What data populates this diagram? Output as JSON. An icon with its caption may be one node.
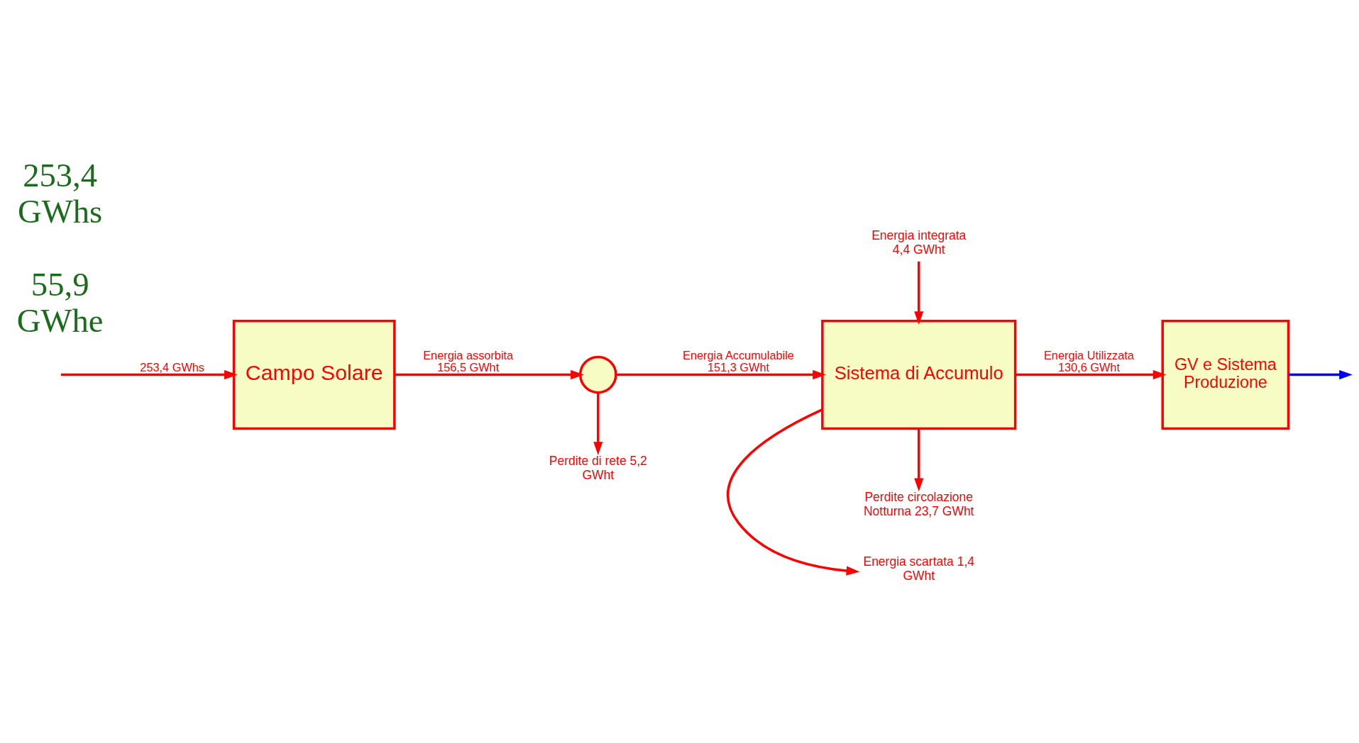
{
  "diagram": {
    "nodes": [
      {
        "text": [
          "Campo Solare"
        ]
      },
      {
        "text": [],
        "shape": "circle"
      },
      {
        "text": [
          "Sistema di Accumulo"
        ]
      },
      {
        "text": [
          "GV e Sistema Produzione"
        ]
      },
      {
        "text": [
          "Energia scartata 1,4 GWht"
        ]
      },
      {
        "text": [
          "Energia integrata 4,4 GWht"
        ]
      },
      {
        "text": [
          "Perdite di rete 5,2 GWht"
        ]
      },
      {
        "text": [
          "Perdite circolazione Notturna 23,7 GWht"
        ]
      }
    ],
    "edges": [
      {
        "from": null,
        "to": 0,
        "arrow": "to",
        "label": "253,4 GWhs"
      },
      {
        "from": 0,
        "to": 1,
        "arrow": "to",
        "label": "Energia assorbita 156,5 GWht"
      },
      {
        "from": 1,
        "to": 2,
        "arrow": "to",
        "label": "Energia Accumulabile 151,3 GWht"
      },
      {
        "from": 2,
        "to": 3,
        "arrow": "to",
        "label": "Energia Utilizzata 130,6 GWht"
      },
      {
        "from": 3,
        "to": null,
        "arrow": "to",
        "color": "#0000ff"
      },
      {
        "from": 2,
        "to": 4,
        "arrow": "to"
      },
      {
        "from": 5,
        "to": 2,
        "arrow": "to"
      },
      {
        "from": 1,
        "to": 6,
        "arrow": "to"
      },
      {
        "from": 2,
        "to": 7,
        "arrow": "to"
      }
    ],
    "labels": [
      "55,9 GWhe",
      "253,4 GWhs"
    ]
  }
}
